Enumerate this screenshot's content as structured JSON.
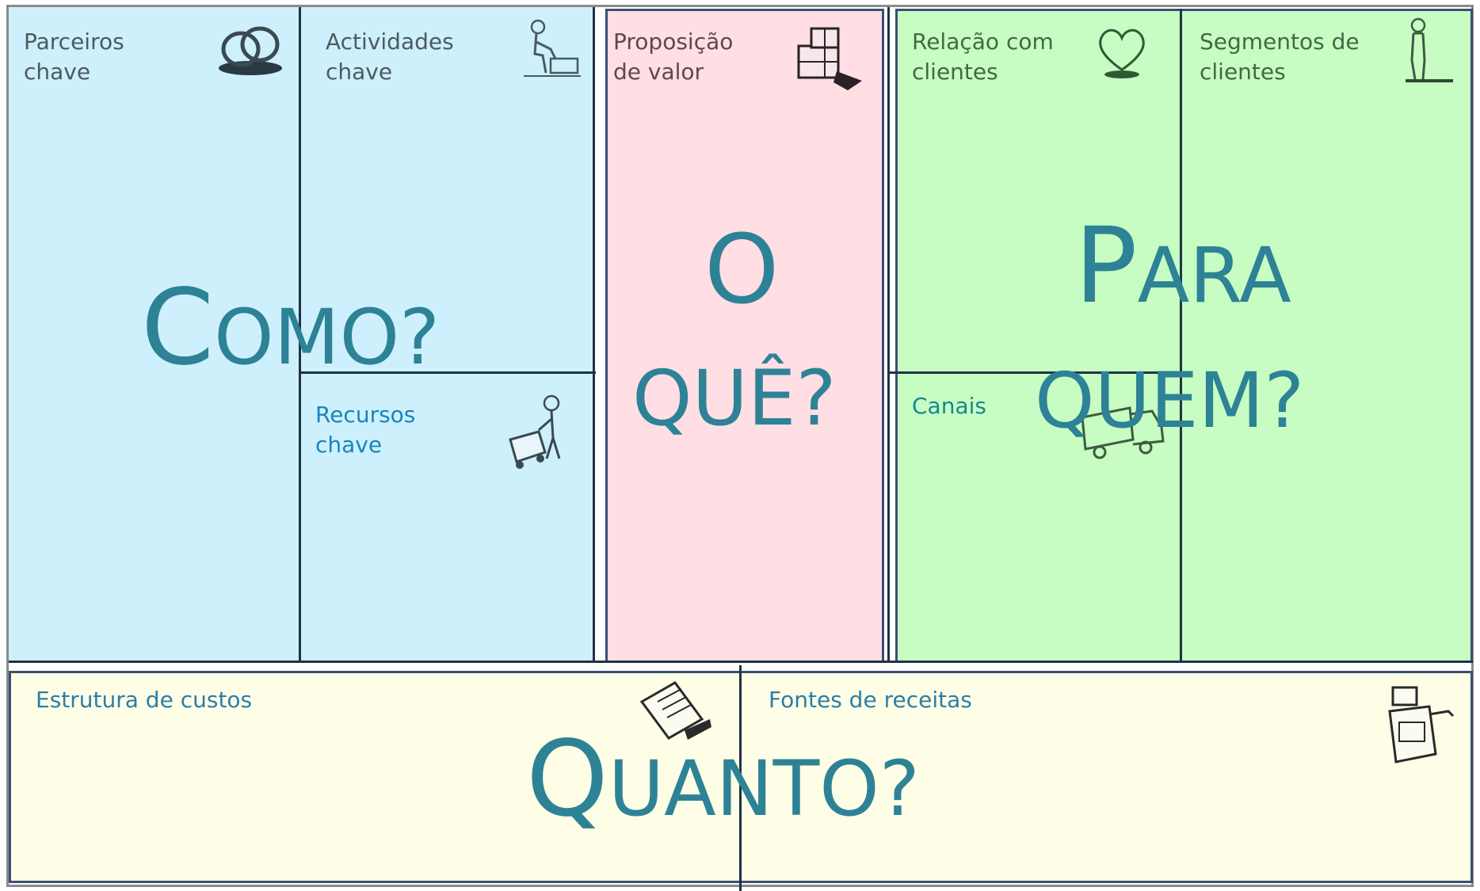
{
  "canvas": {
    "colors": {
      "left_fill": "#cdf0fc",
      "center_fill": "#ffdee4",
      "right_fill": "#c7fdc3",
      "bottom_fill": "#fefee6",
      "big_text": "#2e8296",
      "lines": "#1f3344",
      "frame": "#3c4f74"
    },
    "blocks": {
      "key_partners": {
        "label": "Parceiros\nchave",
        "icon": "rings-icon"
      },
      "key_activities": {
        "label": "Actividades\nchave",
        "icon": "worker-icon"
      },
      "key_resources": {
        "label": "Recursos\nchave",
        "icon": "worker-with-cart-icon"
      },
      "value_proposition": {
        "label": "Proposição\nde valor",
        "icon": "gift-boxes-icon"
      },
      "customer_relationships": {
        "label": "Relação com\nclientes",
        "icon": "heart-icon"
      },
      "channels": {
        "label": "Canais",
        "icon": "delivery-truck-icon"
      },
      "customer_segments": {
        "label": "Segmentos de\nclientes",
        "icon": "person-icon"
      },
      "cost_structure": {
        "label": "Estrutura de custos",
        "icon": "receipt-papers-icon"
      },
      "revenue_streams": {
        "label": "Fontes de receitas",
        "icon": "cash-register-icon"
      }
    },
    "questions": {
      "how": {
        "first": "C",
        "rest": "OMO?"
      },
      "what_line1": "O",
      "what_line2": "QUÊ?",
      "for_whom_line1": {
        "first": "P",
        "rest": "ARA"
      },
      "for_whom_line2": "QUEM?",
      "how_much": {
        "first": "Q",
        "rest": "UANTO?"
      }
    }
  }
}
